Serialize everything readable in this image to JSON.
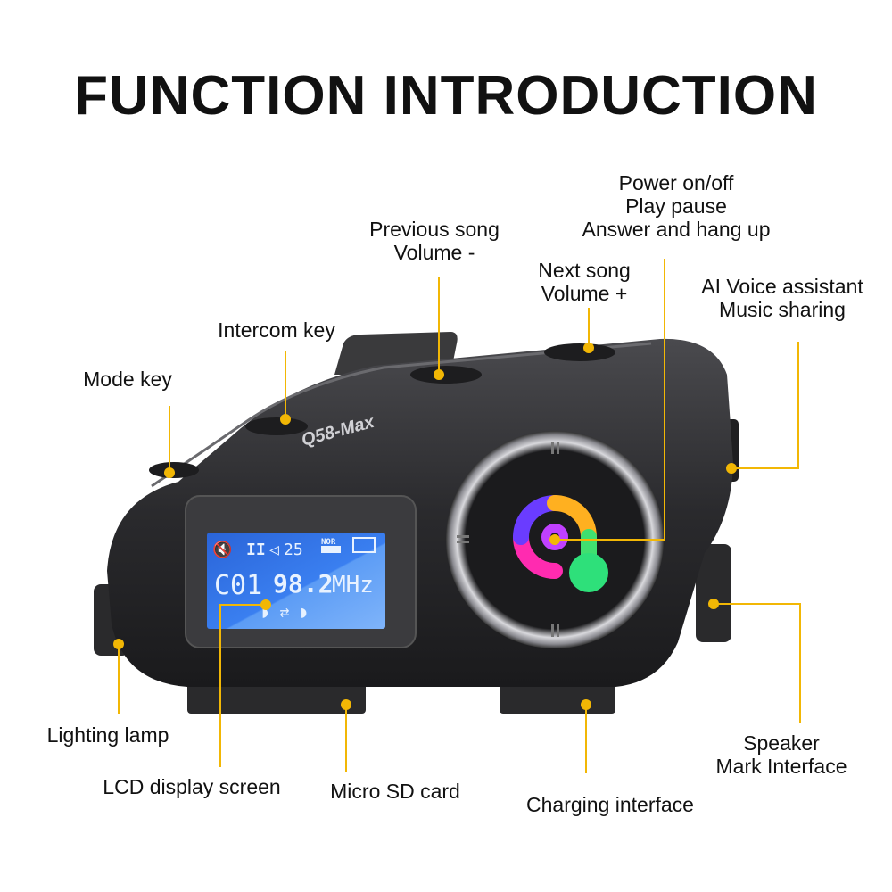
{
  "title": "FUNCTION INTRODUCTION",
  "device": {
    "model": "Q58-Max",
    "lcd": {
      "volume": "25",
      "eq_mode": "NOR",
      "channel": "C01",
      "frequency": "98.2",
      "unit": "MHz"
    }
  },
  "labels": {
    "power": [
      "Power on/off",
      "Play pause",
      "Answer and hang up"
    ],
    "previous": [
      "Previous song",
      "Volume -"
    ],
    "next": [
      "Next song",
      "Volume +"
    ],
    "ai": [
      "AI Voice assistant",
      "Music sharing"
    ],
    "intercom": "Intercom key",
    "mode": "Mode key",
    "lighting": "Lighting lamp",
    "lcd": "LCD display screen",
    "sd": "Micro SD card",
    "charging": "Charging interface",
    "speaker": [
      "Speaker",
      "Mark Interface"
    ]
  },
  "colors": {
    "callout": "#f2b705",
    "body": "#2a2a2c",
    "lcd": "#2f6fe0"
  }
}
